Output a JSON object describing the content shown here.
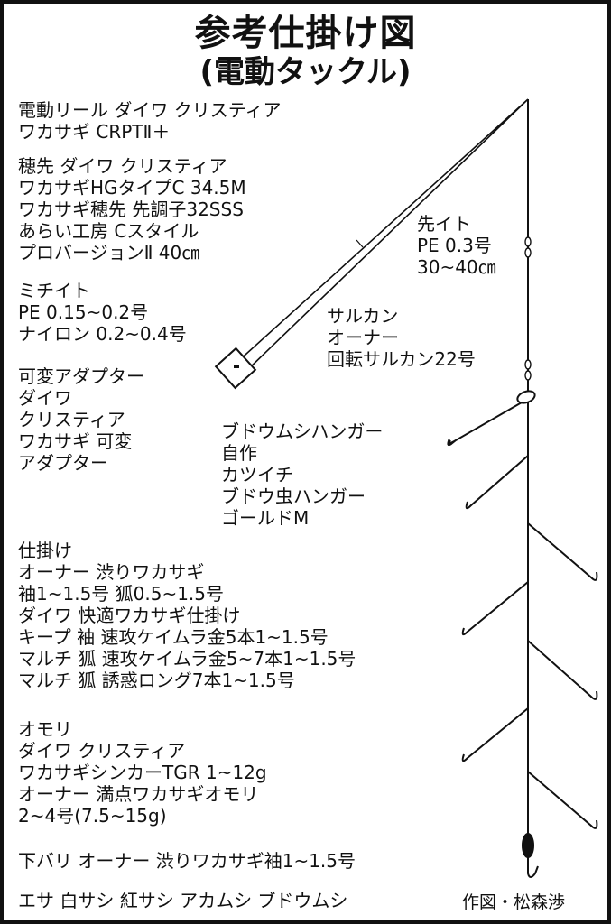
{
  "title": "参考仕掛け図",
  "subtitle": "(電動タックル)",
  "reel": [
    "電動リール ダイワ クリスティア",
    "ワカサギ CRPTⅡ＋"
  ],
  "rod_tip": [
    "穂先 ダイワ クリスティア",
    "ワカサギHGタイプC 34.5M",
    "ワカサギ穂先 先調子32SSS",
    "あらい工房 Cスタイル",
    "プロバージョンⅡ 40㎝"
  ],
  "michiito": [
    "ミチイト",
    "PE 0.15~0.2号",
    "ナイロン 0.2~0.4号"
  ],
  "adapter": [
    "可変アダプター",
    "ダイワ",
    "クリスティア",
    "ワカサギ 可変",
    "アダプター"
  ],
  "sakiito": [
    "先イト",
    "PE 0.3号",
    "30~40㎝"
  ],
  "swivel": [
    "サルカン",
    "オーナー",
    "回転サルカン22号"
  ],
  "hanger": [
    "ブドウムシハンガー",
    "自作",
    "カツイチ",
    "ブドウ虫ハンガー",
    "ゴールドM"
  ],
  "shikake": [
    "仕掛け",
    "オーナー 渋りワカサギ",
    "袖1~1.5号 狐0.5~1.5号",
    "ダイワ 快適ワカサギ仕掛け",
    "キープ 袖 速攻ケイムラ金5本1~1.5号",
    "マルチ 狐 速攻ケイムラ金5~7本1~1.5号",
    "マルチ 狐 誘惑ロング7本1~1.5号"
  ],
  "omori": [
    "オモリ",
    "ダイワ クリスティア",
    "ワカサギシンカーTGR 1~12g",
    "オーナー 満点ワカサギオモリ",
    "2~4号(7.5~15g)"
  ],
  "shitabari": "下バリ オーナー 渋りワカサギ袖1~1.5号",
  "bait": "エサ 白サシ 紅サシ アカムシ ブドウムシ",
  "credit": "作図・松森渉"
}
